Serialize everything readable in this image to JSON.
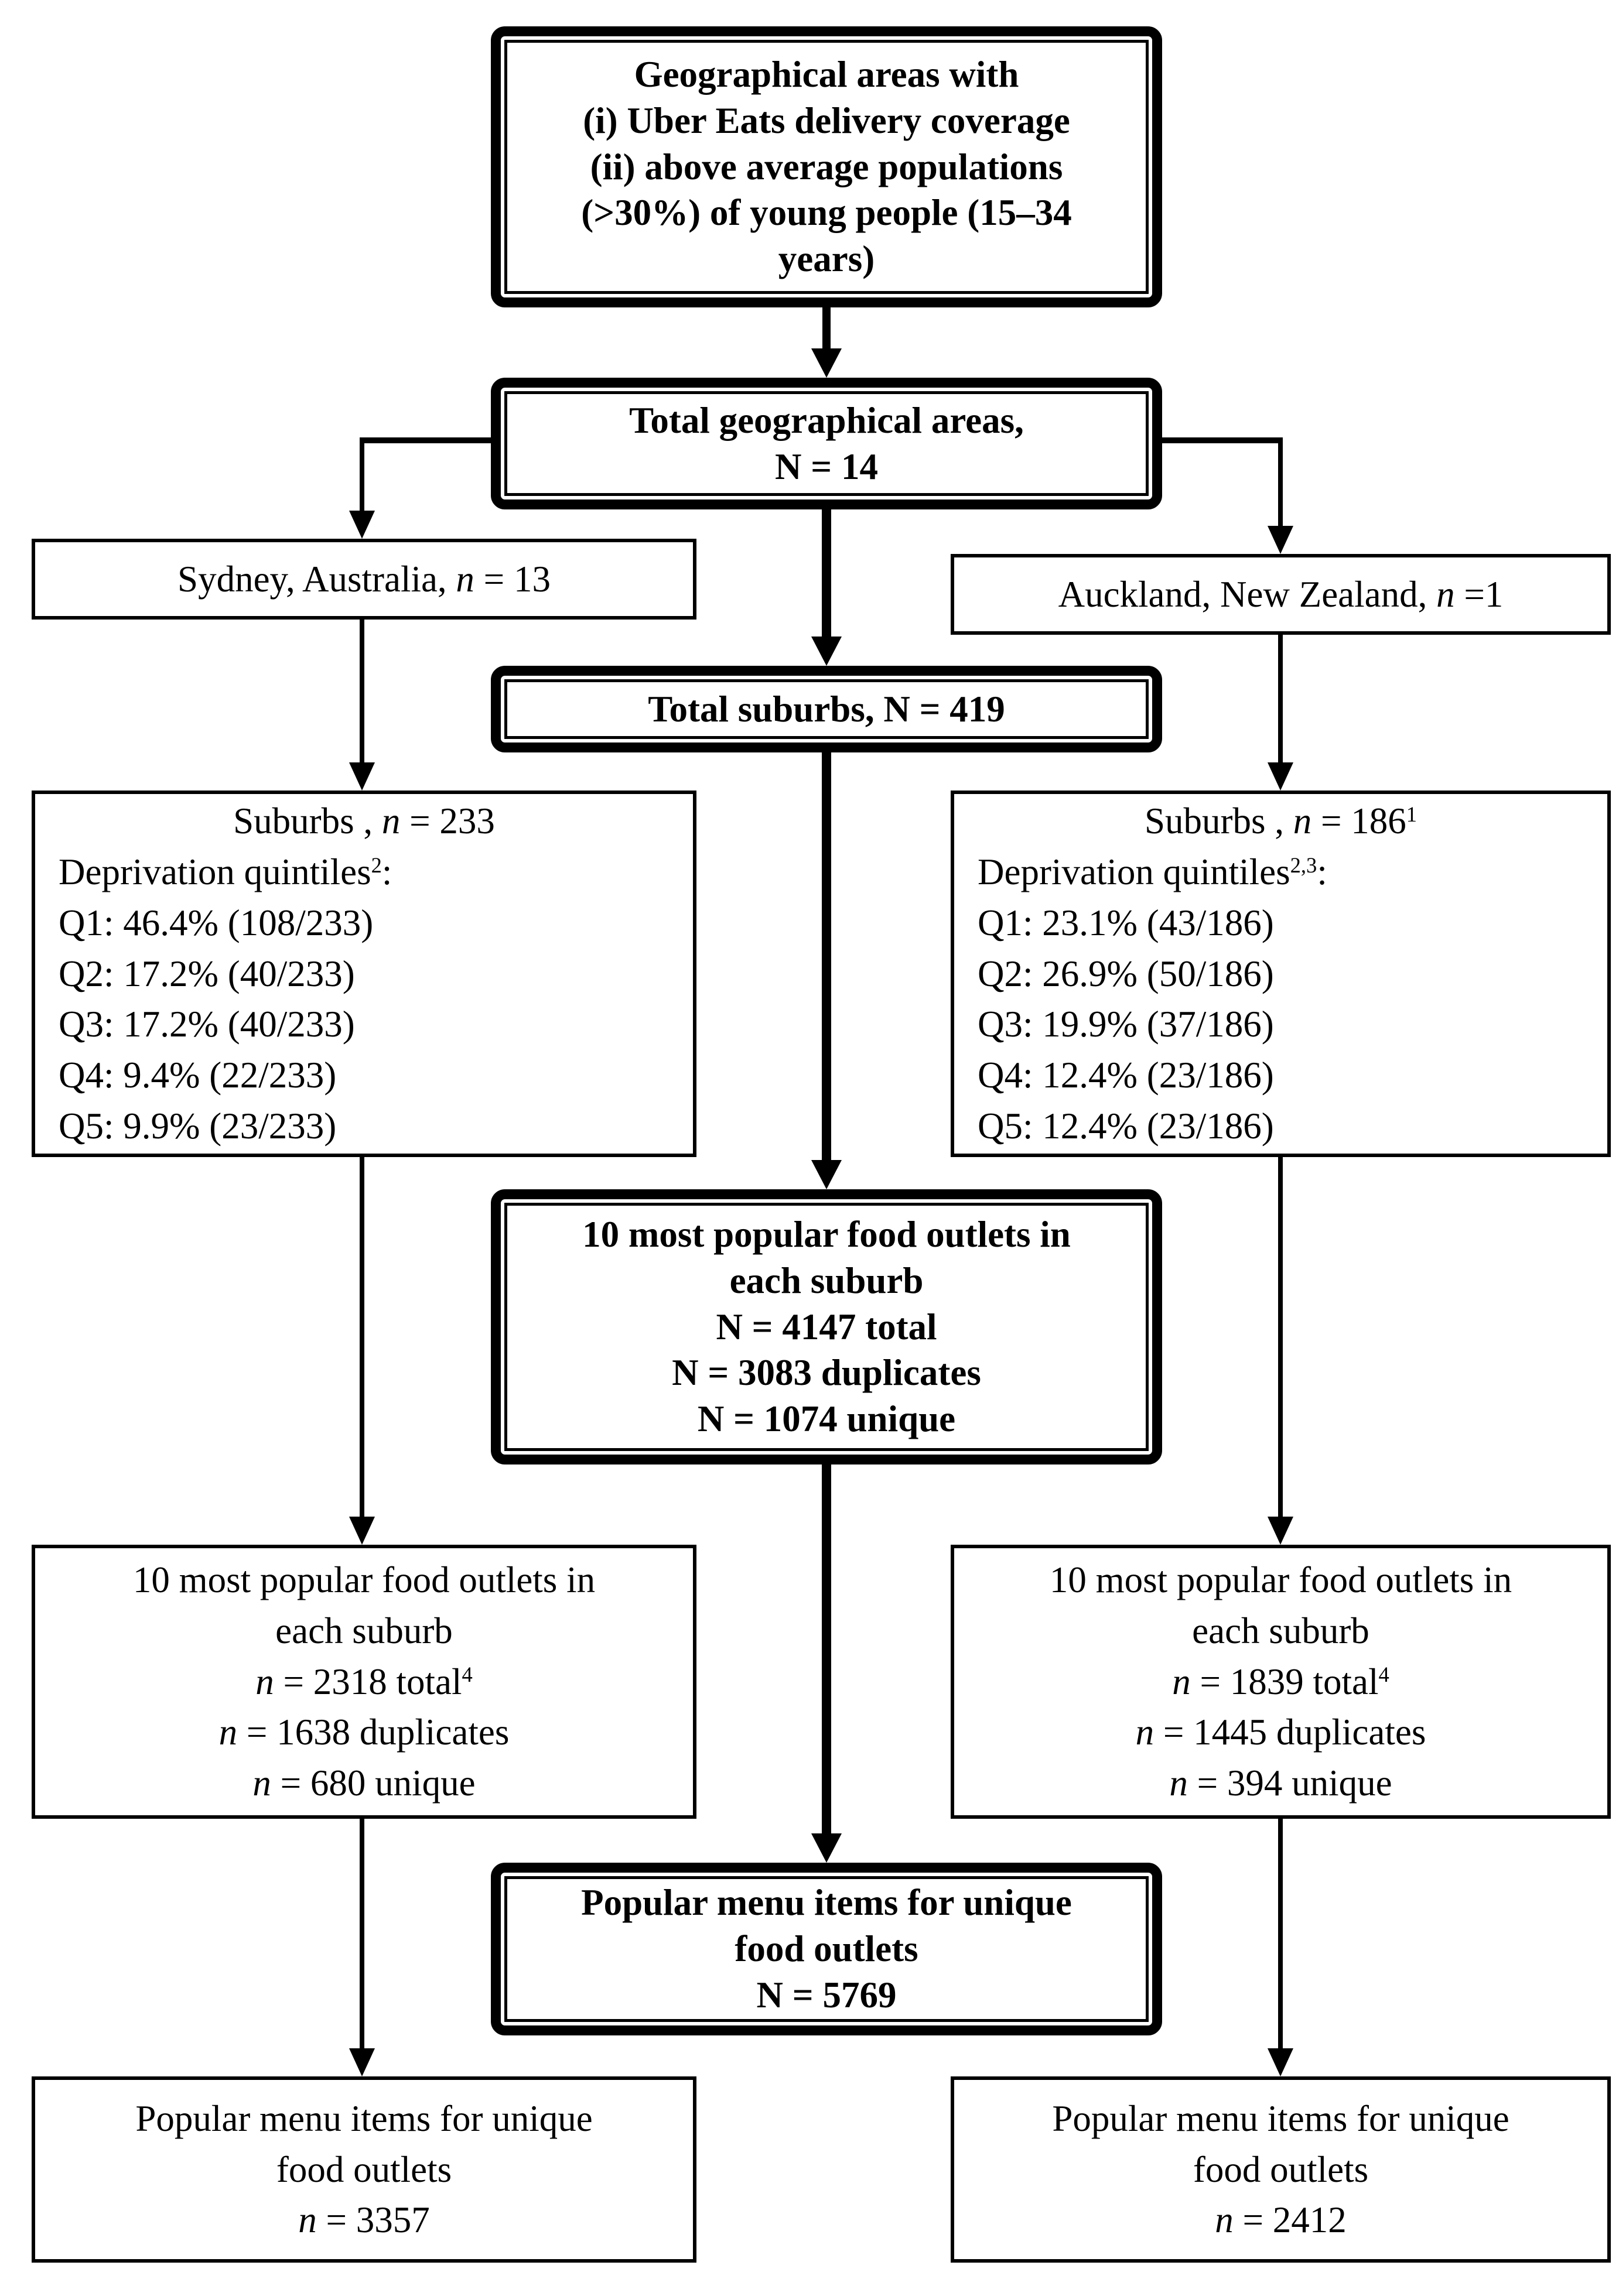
{
  "figure": {
    "type": "flow-diagram",
    "background": "#ffffff",
    "stroke_color": "#000000"
  },
  "boxes": {
    "top": {
      "style": "bold",
      "lines": [
        {
          "segs": [
            {
              "t": "Geographical areas with"
            }
          ]
        },
        {
          "segs": [
            {
              "t": "(i) Uber Eats delivery coverage"
            }
          ]
        },
        {
          "segs": [
            {
              "t": "(ii) above average populations"
            }
          ]
        },
        {
          "segs": [
            {
              "t": "(>30%) of young people (15–34"
            }
          ]
        },
        {
          "segs": [
            {
              "t": "years)"
            }
          ]
        }
      ]
    },
    "total_areas": {
      "style": "bold",
      "lines": [
        {
          "segs": [
            {
              "t": "Total geographical areas,"
            }
          ]
        },
        {
          "segs": [
            {
              "t": "N = 14"
            }
          ]
        }
      ]
    },
    "sydney": {
      "style": "thin",
      "lines": [
        {
          "segs": [
            {
              "t": "Sydney, Australia, "
            },
            {
              "t": "n",
              "i": true
            },
            {
              "t": " = 13"
            }
          ]
        }
      ]
    },
    "auckland": {
      "style": "thin",
      "lines": [
        {
          "segs": [
            {
              "t": "Auckland, New Zealand, "
            },
            {
              "t": "n",
              "i": true
            },
            {
              "t": " =1"
            }
          ]
        }
      ]
    },
    "total_suburbs": {
      "style": "bold",
      "lines": [
        {
          "segs": [
            {
              "t": "Total suburbs, N = 419"
            }
          ]
        }
      ]
    },
    "sydney_suburbs": {
      "style": "thin",
      "lines": [
        {
          "segs": [
            {
              "t": "Suburbs , "
            },
            {
              "t": "n",
              "i": true
            },
            {
              "t": " = 233"
            }
          ]
        },
        {
          "align": "left",
          "segs": [
            {
              "t": "Deprivation quintiles"
            },
            {
              "t": "2",
              "sup": true
            },
            {
              "t": ":"
            }
          ]
        },
        {
          "align": "left",
          "segs": [
            {
              "t": "Q1: 46.4% (108/233)"
            }
          ]
        },
        {
          "align": "left",
          "segs": [
            {
              "t": "Q2: 17.2% (40/233)"
            }
          ]
        },
        {
          "align": "left",
          "segs": [
            {
              "t": "Q3: 17.2% (40/233)"
            }
          ]
        },
        {
          "align": "left",
          "segs": [
            {
              "t": "Q4: 9.4% (22/233)"
            }
          ]
        },
        {
          "align": "left",
          "segs": [
            {
              "t": "Q5: 9.9% (23/233)"
            }
          ]
        }
      ]
    },
    "auckland_suburbs": {
      "style": "thin",
      "lines": [
        {
          "segs": [
            {
              "t": "Suburbs , "
            },
            {
              "t": "n",
              "i": true
            },
            {
              "t": " = 186"
            },
            {
              "t": "1",
              "sup": true
            }
          ]
        },
        {
          "align": "left",
          "segs": [
            {
              "t": "Deprivation quintiles"
            },
            {
              "t": "2,3",
              "sup": true
            },
            {
              "t": ":"
            }
          ]
        },
        {
          "align": "left",
          "segs": [
            {
              "t": "Q1: 23.1% (43/186)"
            }
          ]
        },
        {
          "align": "left",
          "segs": [
            {
              "t": "Q2: 26.9% (50/186)"
            }
          ]
        },
        {
          "align": "left",
          "segs": [
            {
              "t": "Q3: 19.9% (37/186)"
            }
          ]
        },
        {
          "align": "left",
          "segs": [
            {
              "t": "Q4: 12.4% (23/186)"
            }
          ]
        },
        {
          "align": "left",
          "segs": [
            {
              "t": "Q5: 12.4% (23/186)"
            }
          ]
        }
      ]
    },
    "outlets_all": {
      "style": "bold",
      "lines": [
        {
          "segs": [
            {
              "t": "10 most popular food outlets in"
            }
          ]
        },
        {
          "segs": [
            {
              "t": "each suburb"
            }
          ]
        },
        {
          "segs": [
            {
              "t": "N = 4147 total"
            }
          ]
        },
        {
          "segs": [
            {
              "t": "N = 3083 duplicates"
            }
          ]
        },
        {
          "segs": [
            {
              "t": "N = 1074 unique"
            }
          ]
        }
      ]
    },
    "outlets_sydney": {
      "style": "thin",
      "lines": [
        {
          "segs": [
            {
              "t": "10 most popular food outlets in"
            }
          ]
        },
        {
          "segs": [
            {
              "t": "each suburb"
            }
          ]
        },
        {
          "segs": [
            {
              "t": "n",
              "i": true
            },
            {
              "t": " = 2318 total"
            },
            {
              "t": "4",
              "sup": true
            }
          ]
        },
        {
          "segs": [
            {
              "t": "n",
              "i": true
            },
            {
              "t": " = 1638 duplicates"
            }
          ]
        },
        {
          "segs": [
            {
              "t": "n",
              "i": true
            },
            {
              "t": " = 680 unique"
            }
          ]
        }
      ]
    },
    "outlets_auckland": {
      "style": "thin",
      "lines": [
        {
          "segs": [
            {
              "t": "10 most popular food outlets in"
            }
          ]
        },
        {
          "segs": [
            {
              "t": "each suburb"
            }
          ]
        },
        {
          "segs": [
            {
              "t": "n",
              "i": true
            },
            {
              "t": " = 1839 total"
            },
            {
              "t": "4",
              "sup": true
            }
          ]
        },
        {
          "segs": [
            {
              "t": "n",
              "i": true
            },
            {
              "t": " = 1445 duplicates"
            }
          ]
        },
        {
          "segs": [
            {
              "t": "n",
              "i": true
            },
            {
              "t": " = 394 unique"
            }
          ]
        }
      ]
    },
    "menu_all": {
      "style": "bold",
      "lines": [
        {
          "segs": [
            {
              "t": "Popular menu items for unique"
            }
          ]
        },
        {
          "segs": [
            {
              "t": "food outlets"
            }
          ]
        },
        {
          "segs": [
            {
              "t": "N = 5769"
            }
          ]
        }
      ]
    },
    "menu_sydney": {
      "style": "thin",
      "lines": [
        {
          "segs": [
            {
              "t": "Popular menu items for unique"
            }
          ]
        },
        {
          "segs": [
            {
              "t": "food outlets"
            }
          ]
        },
        {
          "segs": [
            {
              "t": "n",
              "i": true
            },
            {
              "t": " = 3357"
            }
          ]
        }
      ]
    },
    "menu_auckland": {
      "style": "thin",
      "lines": [
        {
          "segs": [
            {
              "t": "Popular menu items for unique"
            }
          ]
        },
        {
          "segs": [
            {
              "t": "food outlets"
            }
          ]
        },
        {
          "segs": [
            {
              "t": "n",
              "i": true
            },
            {
              "t": " = 2412"
            }
          ]
        }
      ]
    }
  }
}
